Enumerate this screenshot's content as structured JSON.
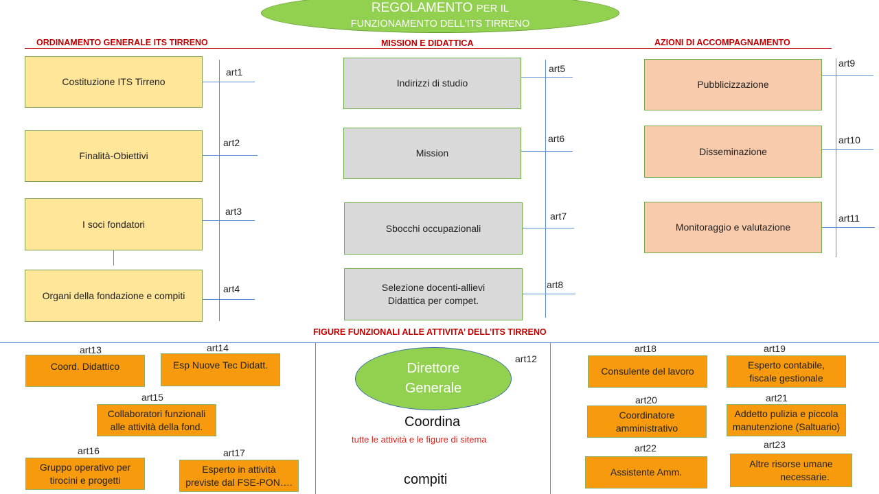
{
  "title": {
    "main": "REGOLAMENTO",
    "rest": "PER IL",
    "line2": "FUNZIONAMENTO DELL’ITS TIRRENO"
  },
  "sections": {
    "left": "ORDINAMENTO GENERALE ITS TIRRENO",
    "middle": "MISSION E DIDATTICA",
    "right": "AZIONI DI ACCOMPAGNAMENTO",
    "bottom": "FIGURE FUNZIONALI ALLE ATTIVITA’ DELL’ITS TIRRENO"
  },
  "left_boxes": [
    "Costituzione ITS Tirreno",
    "Finalità-Obiettivi",
    "I soci fondatori",
    "Organi della fondazione e compiti"
  ],
  "left_arts": [
    "art1",
    "art2",
    "art3",
    "art4"
  ],
  "mid_boxes": [
    "Indirizzi di studio",
    "Mission",
    "Sbocchi occupazionali"
  ],
  "mid_box4": [
    "Selezione docenti-allievi",
    "Didattica per compet."
  ],
  "mid_arts": [
    "art5",
    "art6",
    "art7",
    "art8"
  ],
  "right_boxes": [
    "Pubblicizzazione",
    "Disseminazione",
    "Monitoraggio e valutazione"
  ],
  "right_arts": [
    "art9",
    "art10",
    "art11"
  ],
  "bottom_left": [
    {
      "art": "art13",
      "text": "Coord. Didattico"
    },
    {
      "art": "art14",
      "text": "Esp Nuove Tec Didatt."
    },
    {
      "art": "art15",
      "lines": [
        "Collaboratori funzionali",
        "alle attività della fond."
      ]
    },
    {
      "art": "art16",
      "lines": [
        "Gruppo operativo per",
        "tirocini e progetti"
      ]
    },
    {
      "art": "art17",
      "lines": [
        "Esperto in attività",
        "previste dal FSE-PON…."
      ]
    }
  ],
  "center": {
    "art": "art12",
    "director": [
      "Direttore",
      "Generale"
    ],
    "coordina": "Coordina",
    "coordina_sub": "tutte le attività e le figure di sitema",
    "compiti": "compiti"
  },
  "bottom_right": [
    {
      "art": "art18",
      "text": "Consulente del lavoro"
    },
    {
      "art": "art19",
      "lines": [
        "Esperto contabile,",
        "fiscale gestionale"
      ]
    },
    {
      "art": "art20",
      "lines": [
        "Coordinatore",
        "amministrativo"
      ]
    },
    {
      "art": "art21",
      "lines": [
        "Addetto pulizia e piccola",
        "manutenzione (Saltuario)"
      ]
    },
    {
      "art": "art22",
      "text": "Assistente  Amm."
    },
    {
      "art": "art23",
      "lines": [
        "Altre risorse umane",
        "necessarie."
      ]
    }
  ],
  "colors": {
    "yellow": "#FFE699",
    "grey": "#D9D9D9",
    "peach": "#F8CBAD",
    "orange": "#F79A0E",
    "green": "#92D050",
    "red": "#C00000",
    "connector": "#5B8BD0"
  }
}
